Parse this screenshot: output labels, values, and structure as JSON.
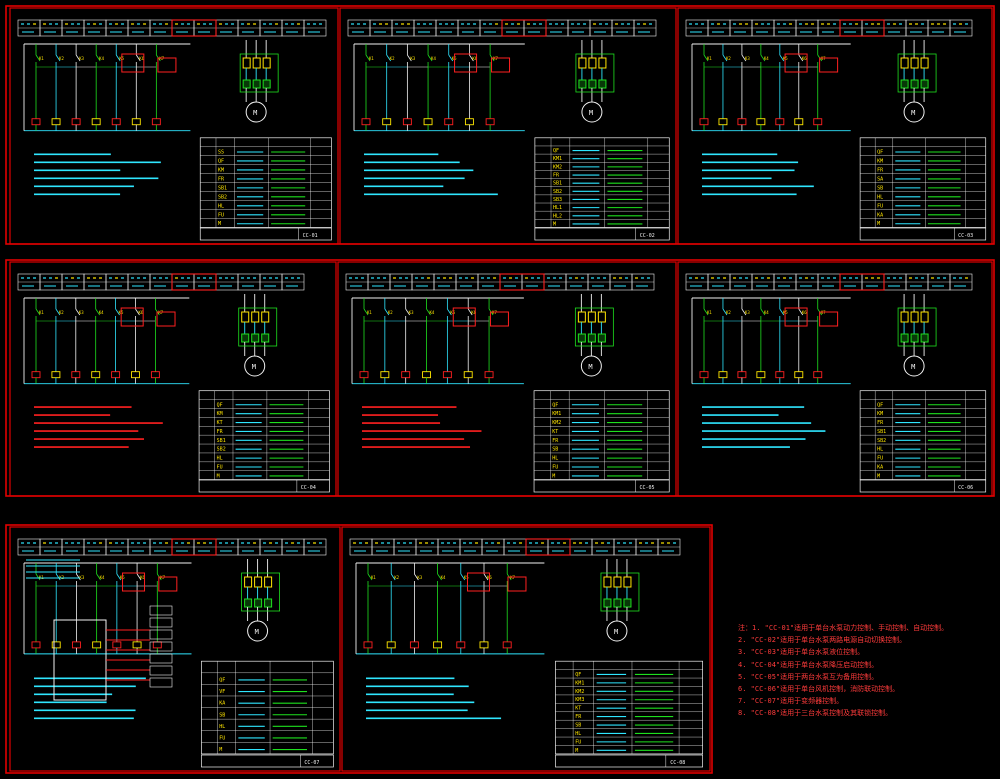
{
  "theme": {
    "background": "#000000",
    "frame": "#e00000",
    "cyan": "#2fe6ff",
    "green": "#1ee01e",
    "red": "#ff2020",
    "white": "#f2f2f2",
    "yellow": "#ffe600",
    "magenta": "#ff4fd8"
  },
  "sheets": [
    {
      "id": "cc-01",
      "code": "CC-01",
      "table_rows": [
        "SS",
        "QF",
        "KM",
        "FR",
        "SB1",
        "SB2",
        "HL",
        "FU",
        "M"
      ]
    },
    {
      "id": "cc-02",
      "code": "CC-02",
      "table_rows": [
        "QF",
        "KM1",
        "KM2",
        "FR",
        "SB1",
        "SB2",
        "SB3",
        "HL1",
        "HL2",
        "M"
      ]
    },
    {
      "id": "cc-03",
      "code": "CC-03",
      "table_rows": [
        "QF",
        "KM",
        "FR",
        "SA",
        "SB",
        "HL",
        "FU",
        "KA",
        "M"
      ]
    },
    {
      "id": "cc-04",
      "code": "CC-04",
      "table_rows": [
        "QF",
        "KM",
        "KT",
        "FR",
        "SB1",
        "SB2",
        "HL",
        "FU",
        "M"
      ]
    },
    {
      "id": "cc-05",
      "code": "CC-05",
      "table_rows": [
        "QF",
        "KM1",
        "KM2",
        "KT",
        "FR",
        "SB",
        "HL",
        "FU",
        "M"
      ]
    },
    {
      "id": "cc-06",
      "code": "CC-06",
      "table_rows": [
        "QF",
        "KM",
        "FR",
        "SB1",
        "SB2",
        "HL",
        "FU",
        "KA",
        "M"
      ]
    },
    {
      "id": "cc-07",
      "code": "CC-07",
      "table_rows": [
        "QF",
        "VF",
        "KA",
        "SB",
        "HL",
        "FU",
        "M"
      ]
    },
    {
      "id": "cc-08",
      "code": "CC-08",
      "table_rows": [
        "QF",
        "KM1",
        "KM2",
        "KM3",
        "KT",
        "FR",
        "SB",
        "HL",
        "FU",
        "M"
      ]
    }
  ],
  "motor_symbol": "M",
  "notes": {
    "lines": [
      "注：1. \"CC-01\"适用于单台水泵动力控制、手动控制、自动控制。",
      "2. \"CC-02\"适用于单台水泵两路电源自动切换控制。",
      "3. \"CC-03\"适用于单台水泵液位控制。",
      "4. \"CC-04\"适用于单台水泵降压启动控制。",
      "5. \"CC-05\"适用于两台水泵互为备用控制。",
      "6. \"CC-06\"适用于单台风机控制，消防联动控制。",
      "7. \"CC-07\"适用于变频器控制。",
      "8. \"CC-08\"适用于三台水泵控制及其联锁控制。"
    ]
  }
}
